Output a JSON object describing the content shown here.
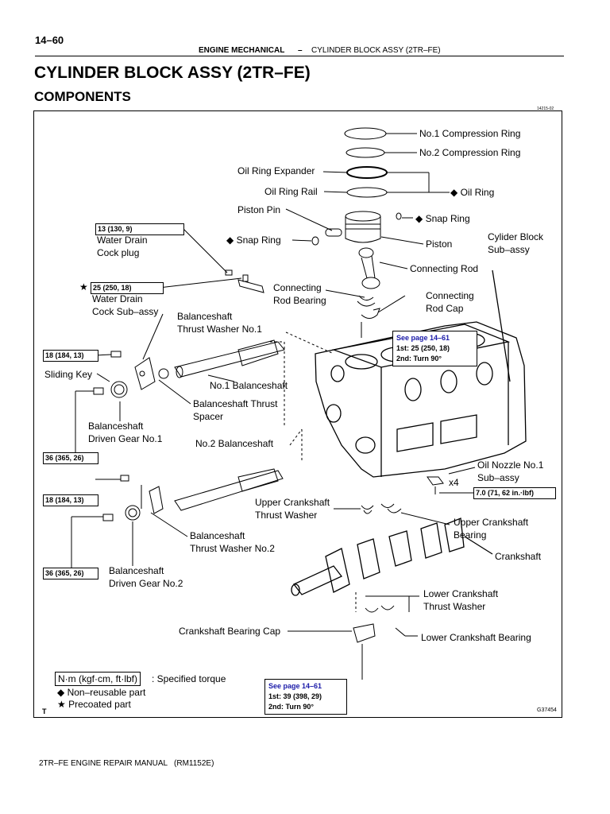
{
  "header": {
    "page_number": "14–60",
    "section": "ENGINE MECHANICAL",
    "dash": "–",
    "subsection": "CYLINDER BLOCK ASSY (2TR–FE)"
  },
  "title": "CYLINDER BLOCK ASSY (2TR–FE)",
  "subtitle": "COMPONENTS",
  "figure_code": "14215-02",
  "illustration_code": "G37454",
  "corner_mark": "T",
  "labels": {
    "no1_ring": "No.1 Compression Ring",
    "no2_ring": "No.2 Compression Ring",
    "oil_ring_expander": "Oil Ring Expander",
    "oil_ring_rail": "Oil Ring Rail",
    "oil_ring": "Oil Ring",
    "piston_pin": "Piston Pin",
    "snap_ring_right": "Snap Ring",
    "snap_ring_left": "Snap Ring",
    "piston": "Piston",
    "cylinder_block": "Cylider Block\nSub–assy",
    "water_drain_plug": "Water Drain\nCock plug",
    "connecting_rod": "Connecting Rod",
    "water_drain_sub": "Water Drain\nCock Sub–assy",
    "conrod_bearing": "Connecting\nRod Bearing",
    "conrod_cap": "Connecting\nRod Cap",
    "thrust_washer_1": "Balanceshaft\nThrust Washer No.1",
    "sliding_key": "Sliding Key",
    "no1_balanceshaft": "No.1 Balanceshaft",
    "thrust_spacer": "Balanceshaft Thrust\nSpacer",
    "driven_gear_1": "Balanceshaft\nDriven Gear No.1",
    "no2_balanceshaft": "No.2 Balanceshaft",
    "oil_nozzle": "Oil Nozzle No.1\nSub–assy",
    "x4": "x4",
    "upper_thrust_washer": "Upper Crankshaft\nThrust Washer",
    "upper_bearing": "Upper Crankshaft\nBearing",
    "thrust_washer_2": "Balanceshaft\nThrust Washer No.2",
    "crankshaft": "Crankshaft",
    "driven_gear_2": "Balanceshaft\nDriven Gear No.2",
    "lower_thrust_washer": "Lower Crankshaft\nThrust Washer",
    "bearing_cap": "Crankshaft Bearing Cap",
    "lower_bearing": "Lower Crankshaft Bearing"
  },
  "torque": {
    "t1": "13 (130, 9)",
    "t2": "25 (250, 18)",
    "t3": "18 (184, 13)",
    "t4": "36 (365, 26)",
    "t5": "18 (184, 13)",
    "t6": "36 (365, 26)",
    "t7": "7.0 (71, 62 in.·lbf)"
  },
  "spec_rod": {
    "see": "See page 14–61",
    "first": "1st: 25 (250, 18)",
    "second": "2nd: Turn 90°"
  },
  "spec_cap": {
    "see": "See page 14–61",
    "first": "1st: 39 (398, 29)",
    "second": "2nd: Turn 90°"
  },
  "legend": {
    "unit": "N·m (kgf·cm, ft·lbf)",
    "unit_desc": ": Specified torque",
    "non_reusable": "Non–reusable part",
    "precoated": "Precoated part"
  },
  "symbols": {
    "diamond": "◆",
    "star": "★"
  },
  "footer": "2TR–FE ENGINE REPAIR MANUAL   (RM1152E)"
}
